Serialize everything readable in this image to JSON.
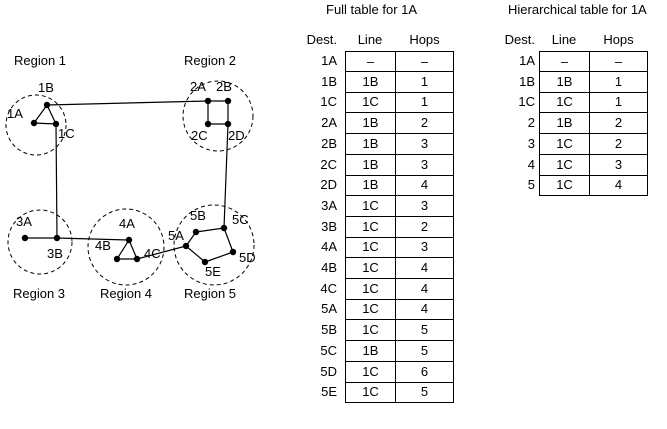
{
  "diagram": {
    "regions": [
      {
        "name": "Region 1"
      },
      {
        "name": "Region 2"
      },
      {
        "name": "Region 3"
      },
      {
        "name": "Region 4"
      },
      {
        "name": "Region 5"
      }
    ],
    "nodes": [
      "1A",
      "1B",
      "1C",
      "2A",
      "2B",
      "2C",
      "2D",
      "3A",
      "3B",
      "4A",
      "4B",
      "4C",
      "5A",
      "5B",
      "5C",
      "5D",
      "5E"
    ],
    "links": [
      [
        "1A",
        "1B"
      ],
      [
        "1B",
        "1C"
      ],
      [
        "1A",
        "1C"
      ],
      [
        "1B",
        "2A"
      ],
      [
        "1C",
        "3B"
      ],
      [
        "2A",
        "2B"
      ],
      [
        "2B",
        "2D"
      ],
      [
        "2D",
        "2C"
      ],
      [
        "2C",
        "2A"
      ],
      [
        "2D",
        "5C"
      ],
      [
        "3A",
        "3B"
      ],
      [
        "3B",
        "4A"
      ],
      [
        "4A",
        "4B"
      ],
      [
        "4A",
        "4C"
      ],
      [
        "4B",
        "4C"
      ],
      [
        "4C",
        "5A"
      ],
      [
        "5A",
        "5B"
      ],
      [
        "5B",
        "5C"
      ],
      [
        "5C",
        "5D"
      ],
      [
        "5D",
        "5E"
      ],
      [
        "5E",
        "5A"
      ]
    ]
  },
  "full_table": {
    "title": "Full table for 1A",
    "headers": {
      "dest": "Dest.",
      "line": "Line",
      "hops": "Hops"
    },
    "rows": [
      {
        "dest": "1A",
        "line": "–",
        "hops": "–"
      },
      {
        "dest": "1B",
        "line": "1B",
        "hops": "1"
      },
      {
        "dest": "1C",
        "line": "1C",
        "hops": "1"
      },
      {
        "dest": "2A",
        "line": "1B",
        "hops": "2"
      },
      {
        "dest": "2B",
        "line": "1B",
        "hops": "3"
      },
      {
        "dest": "2C",
        "line": "1B",
        "hops": "3"
      },
      {
        "dest": "2D",
        "line": "1B",
        "hops": "4"
      },
      {
        "dest": "3A",
        "line": "1C",
        "hops": "3"
      },
      {
        "dest": "3B",
        "line": "1C",
        "hops": "2"
      },
      {
        "dest": "4A",
        "line": "1C",
        "hops": "3"
      },
      {
        "dest": "4B",
        "line": "1C",
        "hops": "4"
      },
      {
        "dest": "4C",
        "line": "1C",
        "hops": "4"
      },
      {
        "dest": "5A",
        "line": "1C",
        "hops": "4"
      },
      {
        "dest": "5B",
        "line": "1C",
        "hops": "5"
      },
      {
        "dest": "5C",
        "line": "1B",
        "hops": "5"
      },
      {
        "dest": "5D",
        "line": "1C",
        "hops": "6"
      },
      {
        "dest": "5E",
        "line": "1C",
        "hops": "5"
      }
    ]
  },
  "hier_table": {
    "title": "Hierarchical table for 1A",
    "headers": {
      "dest": "Dest.",
      "line": "Line",
      "hops": "Hops"
    },
    "rows": [
      {
        "dest": "1A",
        "line": "–",
        "hops": "–"
      },
      {
        "dest": "1B",
        "line": "1B",
        "hops": "1"
      },
      {
        "dest": "1C",
        "line": "1C",
        "hops": "1"
      },
      {
        "dest": "2",
        "line": "1B",
        "hops": "2"
      },
      {
        "dest": "3",
        "line": "1C",
        "hops": "2"
      },
      {
        "dest": "4",
        "line": "1C",
        "hops": "3"
      },
      {
        "dest": "5",
        "line": "1C",
        "hops": "4"
      }
    ]
  }
}
